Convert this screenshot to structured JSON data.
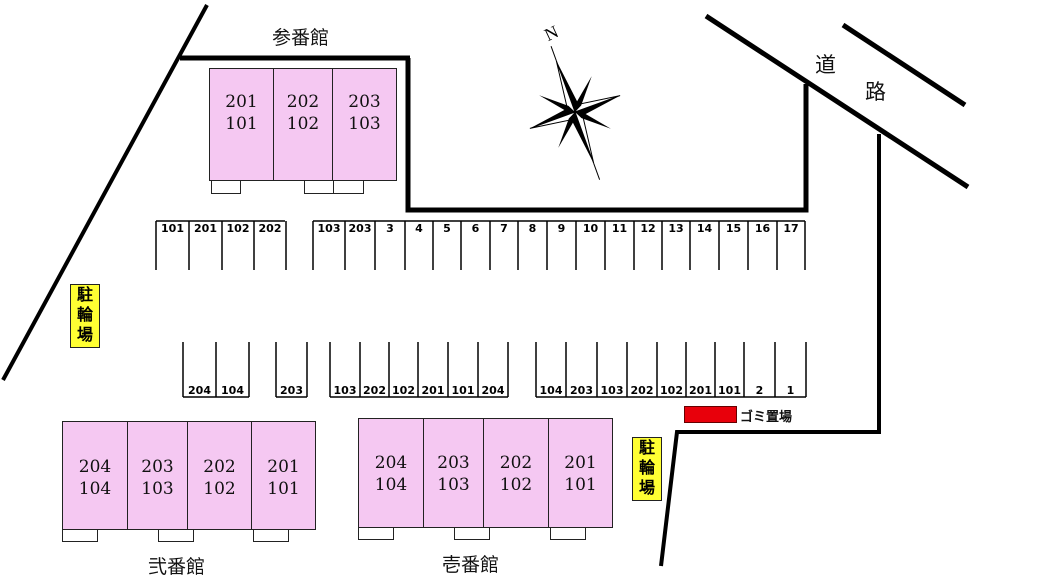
{
  "buildings": {
    "sanban": {
      "name": "参番館",
      "units": [
        {
          "upper": "201",
          "lower": "101"
        },
        {
          "upper": "202",
          "lower": "102"
        },
        {
          "upper": "203",
          "lower": "103"
        }
      ]
    },
    "niban": {
      "name": "弐番館",
      "units": [
        {
          "upper": "204",
          "lower": "104"
        },
        {
          "upper": "203",
          "lower": "103"
        },
        {
          "upper": "202",
          "lower": "102"
        },
        {
          "upper": "201",
          "lower": "101"
        }
      ]
    },
    "ichiban": {
      "name": "壱番館",
      "units": [
        {
          "upper": "204",
          "lower": "104"
        },
        {
          "upper": "203",
          "lower": "103"
        },
        {
          "upper": "202",
          "lower": "102"
        },
        {
          "upper": "201",
          "lower": "101"
        }
      ]
    }
  },
  "parking_top": [
    "101",
    "201",
    "102",
    "202",
    "103",
    "203",
    "3",
    "4",
    "5",
    "6",
    "7",
    "8",
    "9",
    "10",
    "11",
    "12",
    "13",
    "14",
    "15",
    "16",
    "17"
  ],
  "parking_bottom_left": [
    "204",
    "104"
  ],
  "parking_bottom_single": [
    "203"
  ],
  "parking_bottom_middle": [
    "103",
    "202",
    "102",
    "201",
    "101",
    "204"
  ],
  "parking_bottom_right": [
    "104",
    "203",
    "103",
    "202",
    "102",
    "201",
    "101",
    "2",
    "1"
  ],
  "bike_parking": {
    "chars": [
      "駐",
      "輪",
      "場"
    ]
  },
  "road": {
    "chars": [
      "道",
      "路"
    ]
  },
  "trash": {
    "label": "ゴミ置場",
    "color": "#e8000b"
  },
  "compass": {
    "north_label": "N"
  }
}
